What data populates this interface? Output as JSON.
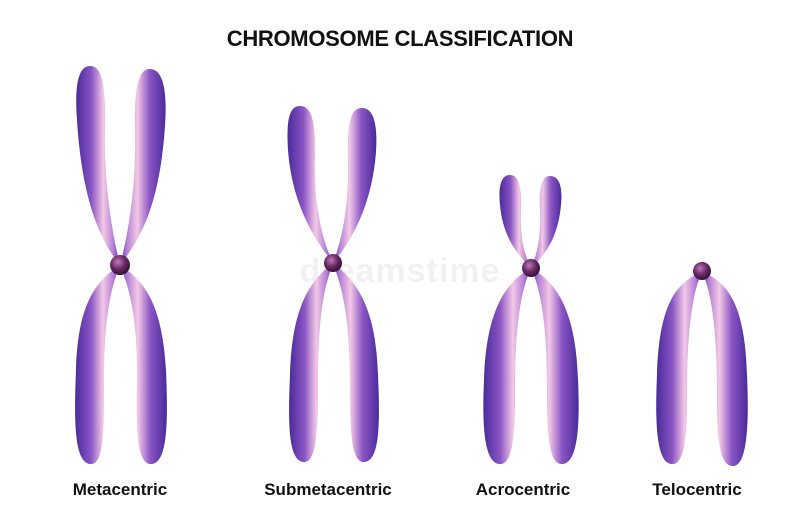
{
  "title": "CHROMOSOME CLASSIFICATION",
  "watermark": "dreamstime",
  "colors": {
    "arm_dark": "#4a2a9a",
    "arm_mid": "#8a55c4",
    "arm_light": "#f3c8e6",
    "centromere": "#4a1848"
  },
  "chromosomes": [
    {
      "id": "metacentric",
      "label": "Metacentric"
    },
    {
      "id": "submetacentric",
      "label": "Submetacentric"
    },
    {
      "id": "acrocentric",
      "label": "Acrocentric"
    },
    {
      "id": "telocentric",
      "label": "Telocentric"
    }
  ]
}
